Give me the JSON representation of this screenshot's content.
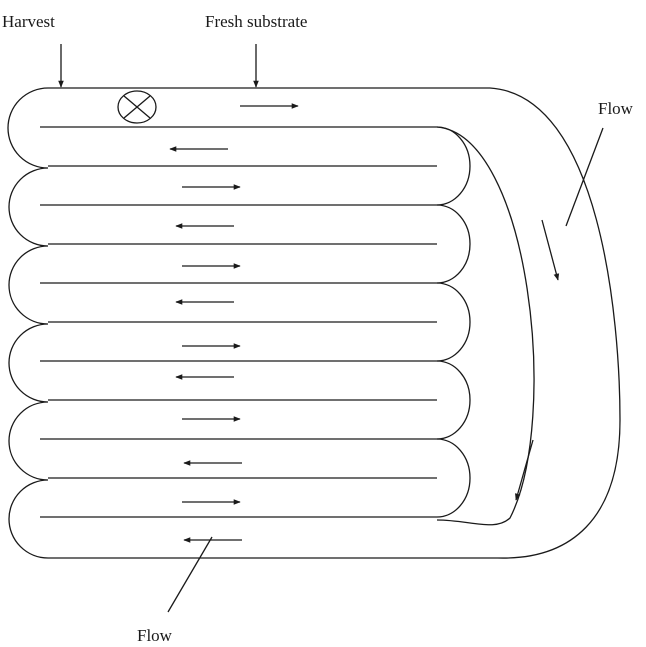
{
  "labels": {
    "harvest": "Harvest",
    "fresh_substrate": "Fresh substrate",
    "flow_right": "Flow",
    "flow_bottom": "Flow"
  },
  "colors": {
    "ink": "#1a1a1a",
    "background": "#ffffff"
  },
  "icons": {
    "mixer": "circle-x-icon"
  }
}
